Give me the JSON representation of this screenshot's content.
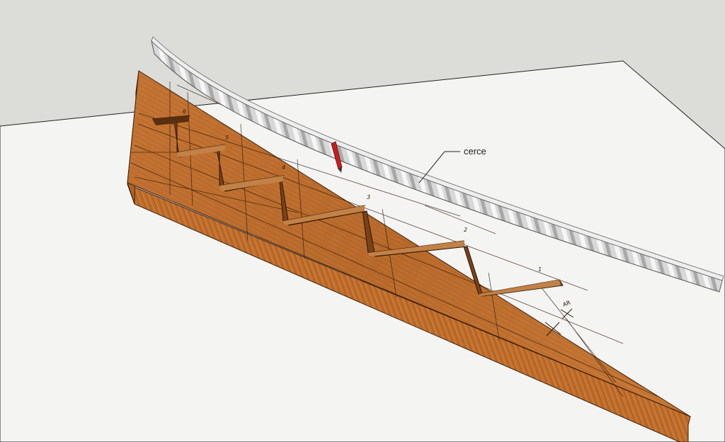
{
  "scene": {
    "callout_label": "cerce",
    "step_numbers": [
      "1",
      "2",
      "3",
      "4",
      "5",
      "6"
    ],
    "mark_label": "AR"
  },
  "colors": {
    "sky": "#dcdcd9",
    "ground": "#f3f3f2",
    "board_top": "#b96a2a",
    "board_edge": "#9a5420",
    "notch": "#6a3812",
    "cerce_light": "#f2f2f2",
    "cerce_dark": "#9a9a9a",
    "pencil": "#c81e1e"
  }
}
